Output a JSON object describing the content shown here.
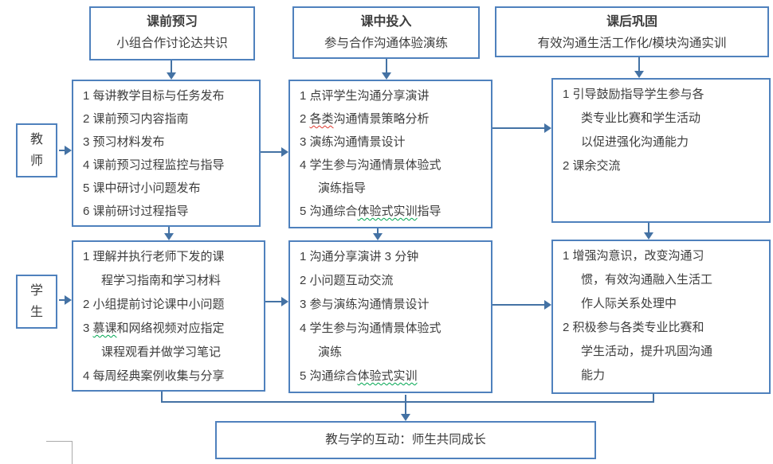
{
  "palette": {
    "border_blue": "#4F81BD",
    "arrow_blue": "#4472A4",
    "text": "#3d3d3d",
    "underline_red": "#e0392f",
    "underline_green": "#00a651"
  },
  "headers": [
    {
      "title": "课前预习",
      "subtitle": "小组合作讨论达共识"
    },
    {
      "title": "课中投入",
      "subtitle": "参与合作沟通体验演练"
    },
    {
      "title": "课后巩固",
      "subtitle": "有效沟通生活工作化/模块沟通实训"
    }
  ],
  "row_labels": [
    {
      "label": "教师"
    },
    {
      "label": "学生"
    }
  ],
  "teacher_boxes": [
    {
      "lines": [
        {
          "text": "1 每讲教学目标与任务发布"
        },
        {
          "text": "2 课前预习内容指南"
        },
        {
          "text": "3 预习材料发布"
        },
        {
          "text": "4 课前预习过程监控与指导"
        },
        {
          "text": "5 课中研讨小问题发布"
        },
        {
          "text": "6 课前研讨过程指导"
        }
      ]
    },
    {
      "lines": [
        {
          "text": "1 点评学生沟通分享演讲"
        },
        {
          "seg": [
            {
              "t": "2 "
            },
            {
              "t": "各类",
              "u": "red"
            },
            {
              "t": "沟通情景策略分析"
            }
          ]
        },
        {
          "text": "3 演练沟通情景设计"
        },
        {
          "text": "4 学生参与沟通情景体验式"
        },
        {
          "text": "演练指导",
          "indent": true
        },
        {
          "seg": [
            {
              "t": "5 沟通综合"
            },
            {
              "t": "体验式实训",
              "u": "green"
            },
            {
              "t": "指导"
            }
          ]
        }
      ]
    },
    {
      "lines": [
        {
          "text": "1 引导鼓励指导学生参与各"
        },
        {
          "text": "类专业比赛和学生活动",
          "indent": true
        },
        {
          "text": "以促进强化沟通能力",
          "indent": true
        },
        {
          "text": "2 课余交流"
        }
      ]
    }
  ],
  "student_boxes": [
    {
      "lines": [
        {
          "text": "1 理解并执行老师下发的课"
        },
        {
          "text": "程学习指南和学习材料",
          "indent": true
        },
        {
          "text": "2 小组提前讨论课中小问题"
        },
        {
          "seg": [
            {
              "t": "3 "
            },
            {
              "t": "慕课",
              "u": "green"
            },
            {
              "t": "和网络视频对应指定"
            }
          ]
        },
        {
          "text": "课程观看并做学习笔记",
          "indent": true
        },
        {
          "text": "4 每周经典案例收集与分享"
        }
      ]
    },
    {
      "lines": [
        {
          "text": "1 沟通分享演讲 3 分钟"
        },
        {
          "text": "2 小问题互动交流"
        },
        {
          "text": "3 参与演练沟通情景设计"
        },
        {
          "text": "4 学生参与沟通情景体验式"
        },
        {
          "text": "演练",
          "indent": true
        },
        {
          "seg": [
            {
              "t": "5 沟通综合"
            },
            {
              "t": "体验式实训",
              "u": "green"
            }
          ]
        }
      ]
    },
    {
      "lines": [
        {
          "text": "1 增强沟意识，改变沟通习"
        },
        {
          "text": "惯，有效沟通融入生活工",
          "indent": true
        },
        {
          "text": "作人际关系处理中",
          "indent": true
        },
        {
          "text": "2 积极参与各类专业比赛和"
        },
        {
          "text": "学生活动，提升巩固沟通",
          "indent": true
        },
        {
          "text": "能力",
          "indent": true
        }
      ]
    }
  ],
  "footer": {
    "label": "教与学的互动：师生共同成长"
  }
}
